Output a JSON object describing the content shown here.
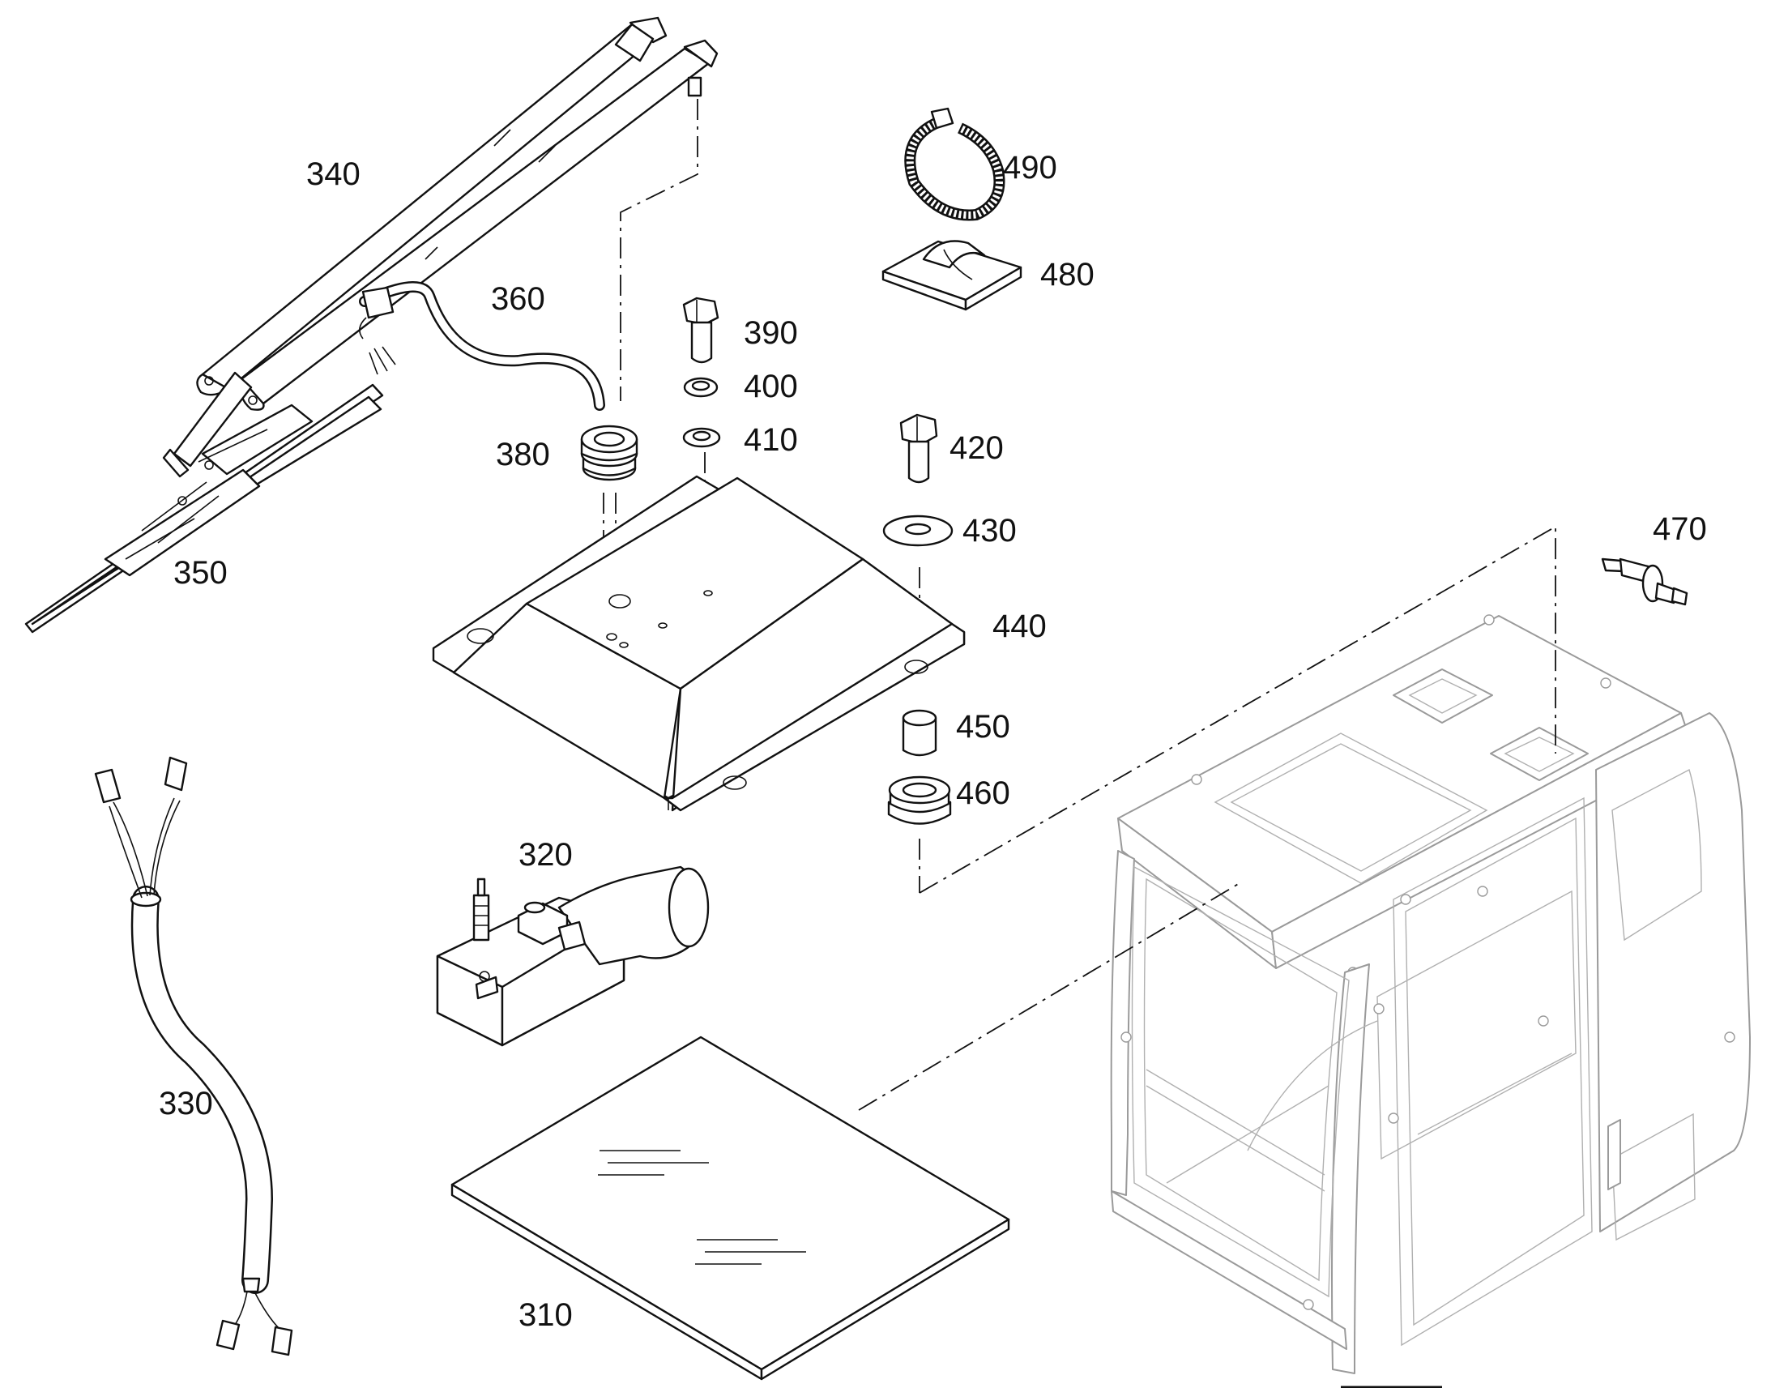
{
  "callouts": {
    "c310": "310",
    "c320": "320",
    "c330": "330",
    "c340": "340",
    "c350": "350",
    "c360": "360",
    "c380": "380",
    "c390": "390",
    "c400": "400",
    "c410": "410",
    "c420": "420",
    "c430": "430",
    "c440": "440",
    "c450": "450",
    "c460": "460",
    "c470": "470",
    "c480": "480",
    "c490": "490"
  },
  "parts": [
    {
      "id": "310",
      "name": "glass-panel"
    },
    {
      "id": "320",
      "name": "wiper-motor"
    },
    {
      "id": "330",
      "name": "wire-harness"
    },
    {
      "id": "340",
      "name": "wiper-arm"
    },
    {
      "id": "350",
      "name": "wiper-blade"
    },
    {
      "id": "360",
      "name": "washer-hose"
    },
    {
      "id": "380",
      "name": "grommet"
    },
    {
      "id": "390",
      "name": "bolt"
    },
    {
      "id": "400",
      "name": "lock-washer"
    },
    {
      "id": "410",
      "name": "washer"
    },
    {
      "id": "420",
      "name": "bolt"
    },
    {
      "id": "430",
      "name": "washer"
    },
    {
      "id": "440",
      "name": "cover-bracket"
    },
    {
      "id": "450",
      "name": "spacer"
    },
    {
      "id": "460",
      "name": "rubber-mount"
    },
    {
      "id": "470",
      "name": "nozzle"
    },
    {
      "id": "480",
      "name": "clip-base"
    },
    {
      "id": "490",
      "name": "cable-tie"
    }
  ],
  "colors": {
    "line": "#111111",
    "cab_line": "#9a9a9a",
    "background": "#ffffff"
  }
}
